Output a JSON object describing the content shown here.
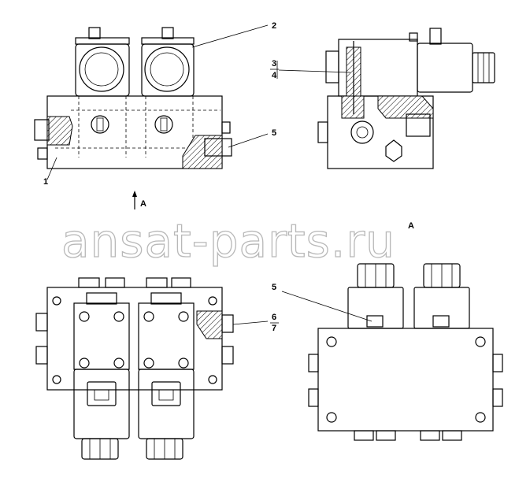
{
  "callouts": {
    "c1": "1",
    "c2": "2",
    "c3": "3",
    "c4": "4",
    "c5_top": "5",
    "c5_bottom": "5",
    "c6": "6",
    "c7": "7"
  },
  "view_markers": {
    "arrow_label": "A",
    "view_label": "A"
  },
  "watermark": "ansat-parts.ru"
}
